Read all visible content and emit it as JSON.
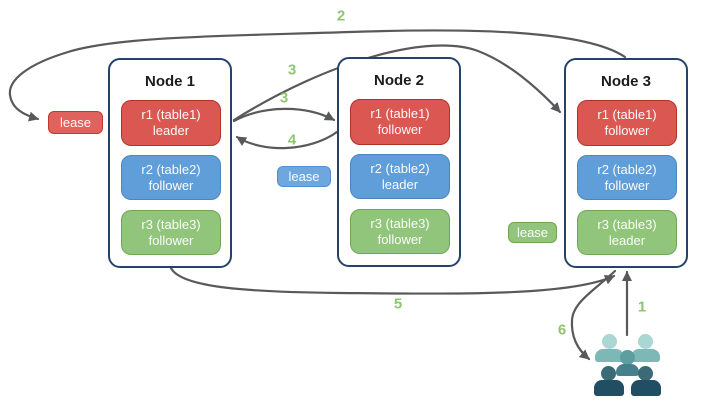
{
  "theme": {
    "red": "#db5752",
    "red-border": "#b23229",
    "blue": "#5f9ed8",
    "blue-border": "#4d86bf",
    "green": "#92c57c",
    "green-border": "#6fa653",
    "lease-red": "#e0625d",
    "lease-red-border": "#c0392b",
    "lease-blue": "#6ea7de",
    "lease-blue-border": "#5590cc",
    "lease-green": "#93c47d",
    "lease-green-border": "#6fa653",
    "node-border": "#24436b",
    "arrow": "#58595b",
    "label-green": "#8fc471",
    "crowd-light-head": "#a9d7d4",
    "crowd-light-body": "#7cb8b5",
    "crowd-mid-head": "#5d9fa1",
    "crowd-mid-body": "#44818d",
    "crowd-dark-head": "#3c6b77",
    "crowd-dark-body": "#214e62"
  },
  "diagram": {
    "nodes": [
      {
        "title": "Node 1",
        "replicas": [
          {
            "name": "r1 (table1)",
            "role": "leader",
            "color": "red"
          },
          {
            "name": "r2 (table2)",
            "role": "follower",
            "color": "blue"
          },
          {
            "name": "r3 (table3)",
            "role": "follower",
            "color": "green"
          }
        ]
      },
      {
        "title": "Node 2",
        "replicas": [
          {
            "name": "r1 (table1)",
            "role": "follower",
            "color": "red"
          },
          {
            "name": "r2 (table2)",
            "role": "leader",
            "color": "blue"
          },
          {
            "name": "r3 (table3)",
            "role": "follower",
            "color": "green"
          }
        ]
      },
      {
        "title": "Node 3",
        "replicas": [
          {
            "name": "r1 (table1)",
            "role": "follower",
            "color": "red"
          },
          {
            "name": "r2 (table2)",
            "role": "follower",
            "color": "blue"
          },
          {
            "name": "r3 (table3)",
            "role": "leader",
            "color": "green"
          }
        ]
      }
    ],
    "leases": [
      {
        "text": "lease",
        "color": "red"
      },
      {
        "text": "lease",
        "color": "blue"
      },
      {
        "text": "lease",
        "color": "green"
      }
    ],
    "steps": [
      {
        "label": "1"
      },
      {
        "label": "2"
      },
      {
        "label": "3"
      },
      {
        "label": "3"
      },
      {
        "label": "4"
      },
      {
        "label": "5"
      },
      {
        "label": "6"
      }
    ],
    "icons": {
      "crowd": "users-group-icon"
    }
  }
}
